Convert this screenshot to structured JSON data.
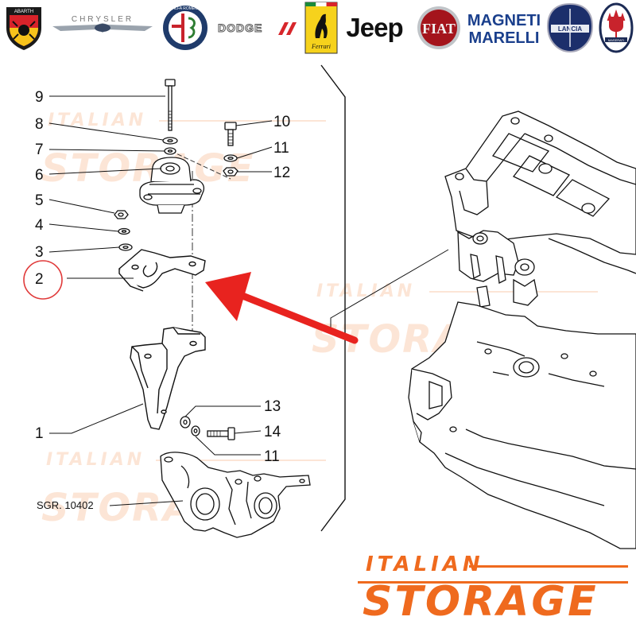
{
  "brands": [
    {
      "name": "abarth-logo",
      "text": "ABARTH"
    },
    {
      "name": "chrysler-logo",
      "text": "CHRYSLER"
    },
    {
      "name": "alfa-romeo-logo",
      "text": "ALFA ROMEO"
    },
    {
      "name": "dodge-logo",
      "text": "DODGE"
    },
    {
      "name": "ferrari-logo",
      "text": "Ferrari"
    },
    {
      "name": "jeep-logo",
      "text": "Jeep"
    },
    {
      "name": "fiat-logo",
      "text": "FIAT"
    },
    {
      "name": "magneti-marelli-logo",
      "text": "MAGNETI MARELLI"
    },
    {
      "name": "lancia-logo",
      "text": "LANCIA"
    },
    {
      "name": "maserati-logo",
      "text": "MASERATI"
    }
  ],
  "callouts": {
    "c9": "9",
    "c8": "8",
    "c7": "7",
    "c6": "6",
    "c5": "5",
    "c4": "4",
    "c3": "3",
    "c2": "2",
    "c1": "1",
    "c10": "10",
    "c11a": "11",
    "c12": "12",
    "c13": "13",
    "c14": "14",
    "c11b": "11"
  },
  "ref_label": "SGR. 10402",
  "highlighted_part": "2",
  "watermark": {
    "top": "ITALIAN",
    "bottom": "STORAGE"
  },
  "footer_logo": {
    "top": "ITALIAN",
    "bottom": "STORAGE"
  },
  "colors": {
    "accent": "#ef6a1e",
    "arrow": "#e8231f",
    "highlight_circle": "#e03a3a"
  }
}
